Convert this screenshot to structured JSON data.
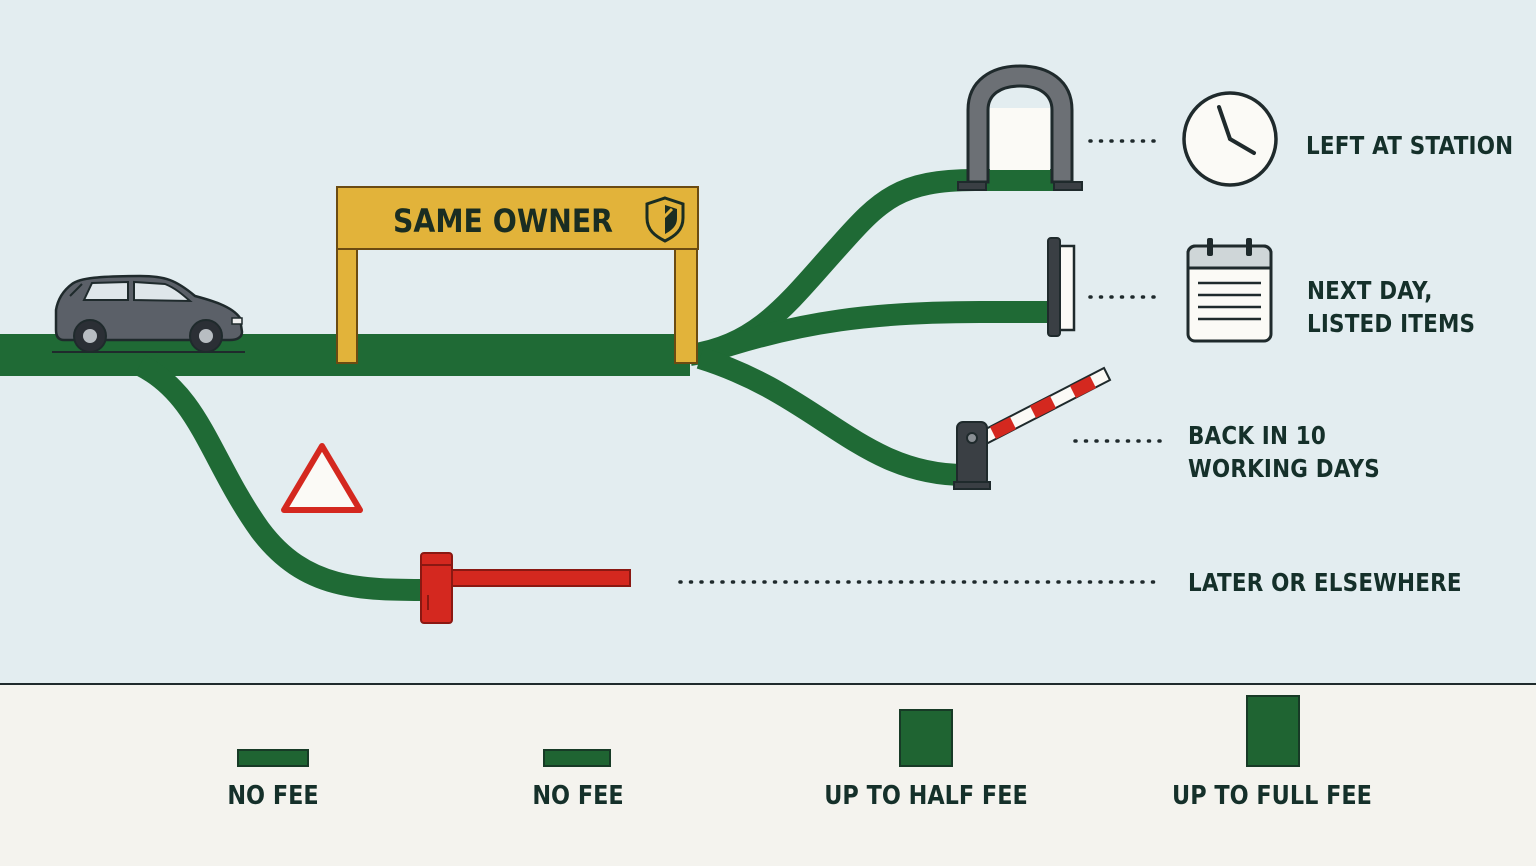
{
  "colors": {
    "background": "#e3edf0",
    "road": "#1f6a35",
    "sign": "#e2b33a",
    "barrier_red": "#d4281f",
    "car": "#5b6068",
    "panel": "#f4f3ee",
    "text": "#15302a"
  },
  "sign": {
    "label": "SAME OWNER",
    "icon": "shield-icon"
  },
  "icons": {
    "car": "car-icon",
    "warning": "warning-triangle-icon",
    "arch_gate": "arch-gate-icon",
    "door_gate": "door-gate-icon",
    "boom_barrier": "boom-barrier-icon",
    "red_barrier": "red-barrier-icon",
    "clock": "clock-icon",
    "calendar": "calendar-icon"
  },
  "outcomes": [
    {
      "lines": [
        "LEFT AT STATION"
      ],
      "icon": "clock-icon"
    },
    {
      "lines": [
        "NEXT DAY,",
        "LISTED ITEMS"
      ],
      "icon": "calendar-icon"
    },
    {
      "lines": [
        "BACK IN 10",
        "WORKING DAYS"
      ],
      "icon": ""
    },
    {
      "lines": [
        "LATER OR ELSEWHERE"
      ],
      "icon": ""
    }
  ],
  "fees": [
    {
      "label": "NO FEE",
      "level": 0
    },
    {
      "label": "NO FEE",
      "level": 0
    },
    {
      "label": "UP TO HALF FEE",
      "level": 0.5
    },
    {
      "label": "UP TO FULL FEE",
      "level": 1
    }
  ]
}
